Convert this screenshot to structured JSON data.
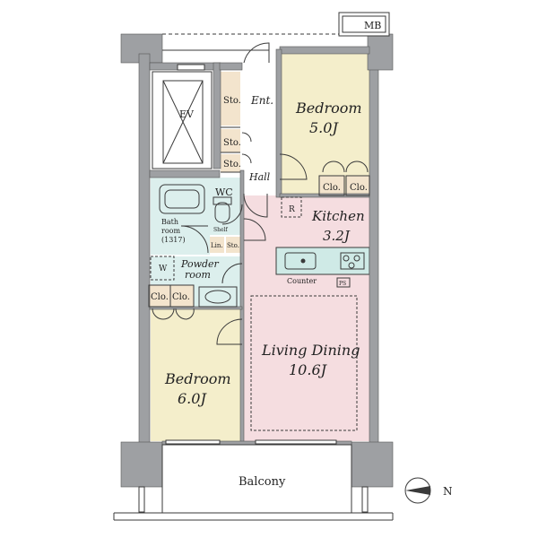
{
  "colors": {
    "wall": "#9ea0a3",
    "bedroom": "#f4eecb",
    "living": "#f5dde0",
    "wet": "#dcefed",
    "storage": "#f3e4cd",
    "counter": "#cfeae6",
    "floor": "#ffffff",
    "line": "#3a3a3a"
  },
  "labels": {
    "mb": "MB",
    "ev": "EV",
    "sto1": "Sto.",
    "sto2": "Sto.",
    "sto3": "Sto.",
    "ent": "Ent.",
    "bedroom1_name": "Bedroom",
    "bedroom1_size": "5.0J",
    "hall": "Hall",
    "clo1": "Clo.",
    "clo2": "Clo.",
    "wc": "WC",
    "bath_name": "Bath",
    "bath_sub": "room",
    "bath_size": "(1317)",
    "shelf": "Shelf",
    "lin": "Lin.",
    "sto4": "Sto.",
    "r": "R",
    "kitchen_name": "Kitchen",
    "kitchen_size": "3.2J",
    "w": "W",
    "powder_name": "Powder",
    "powder_sub": "room",
    "counter": "Counter",
    "ps": "PS",
    "clo3": "Clo.",
    "clo4": "Clo.",
    "living_name": "Living Dining",
    "living_size": "10.6J",
    "bedroom2_name": "Bedroom",
    "bedroom2_size": "6.0J",
    "balcony": "Balcony",
    "north": "N"
  }
}
